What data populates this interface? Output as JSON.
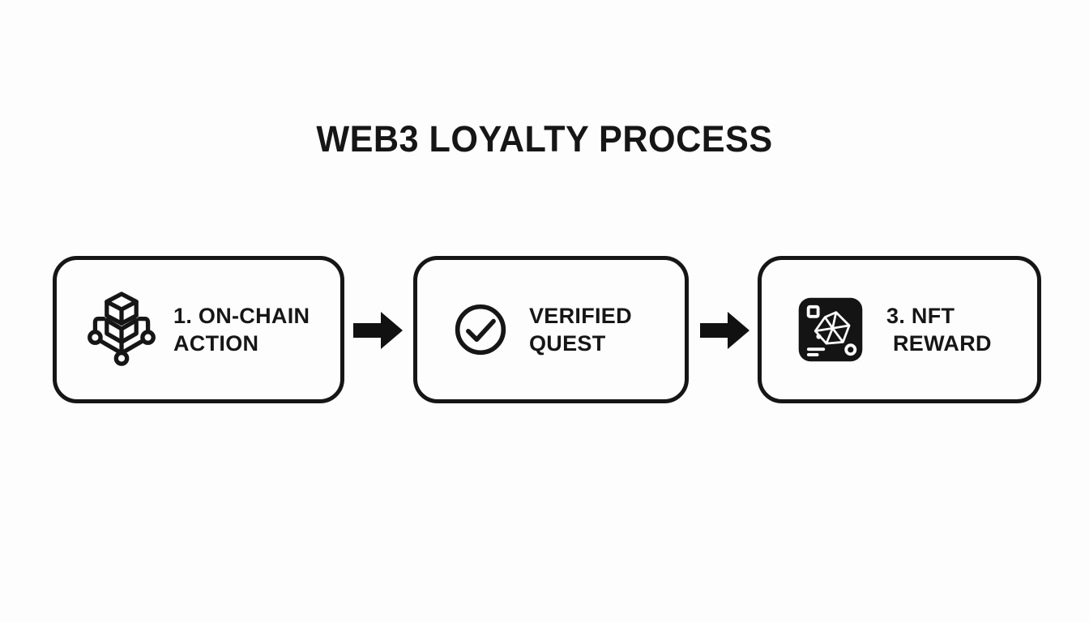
{
  "page": {
    "background_color": "#fdfdfd",
    "ink_color": "#161616",
    "title": "WEB3 LOYALTY PROCESS"
  },
  "diagram": {
    "type": "process-flow",
    "direction": "left-to-right",
    "connector_icon": "arrow-right-icon",
    "steps": [
      {
        "icon": "blockchain-nodes-icon",
        "label_line1": "1. ON-CHAIN",
        "label_line2": "ACTION"
      },
      {
        "icon": "check-circle-icon",
        "label_line1": "VERIFIED",
        "label_line2": "QUEST"
      },
      {
        "icon": "nft-card-icon",
        "label_line1": "3. NFT",
        "label_line2": "REWARD"
      }
    ]
  }
}
